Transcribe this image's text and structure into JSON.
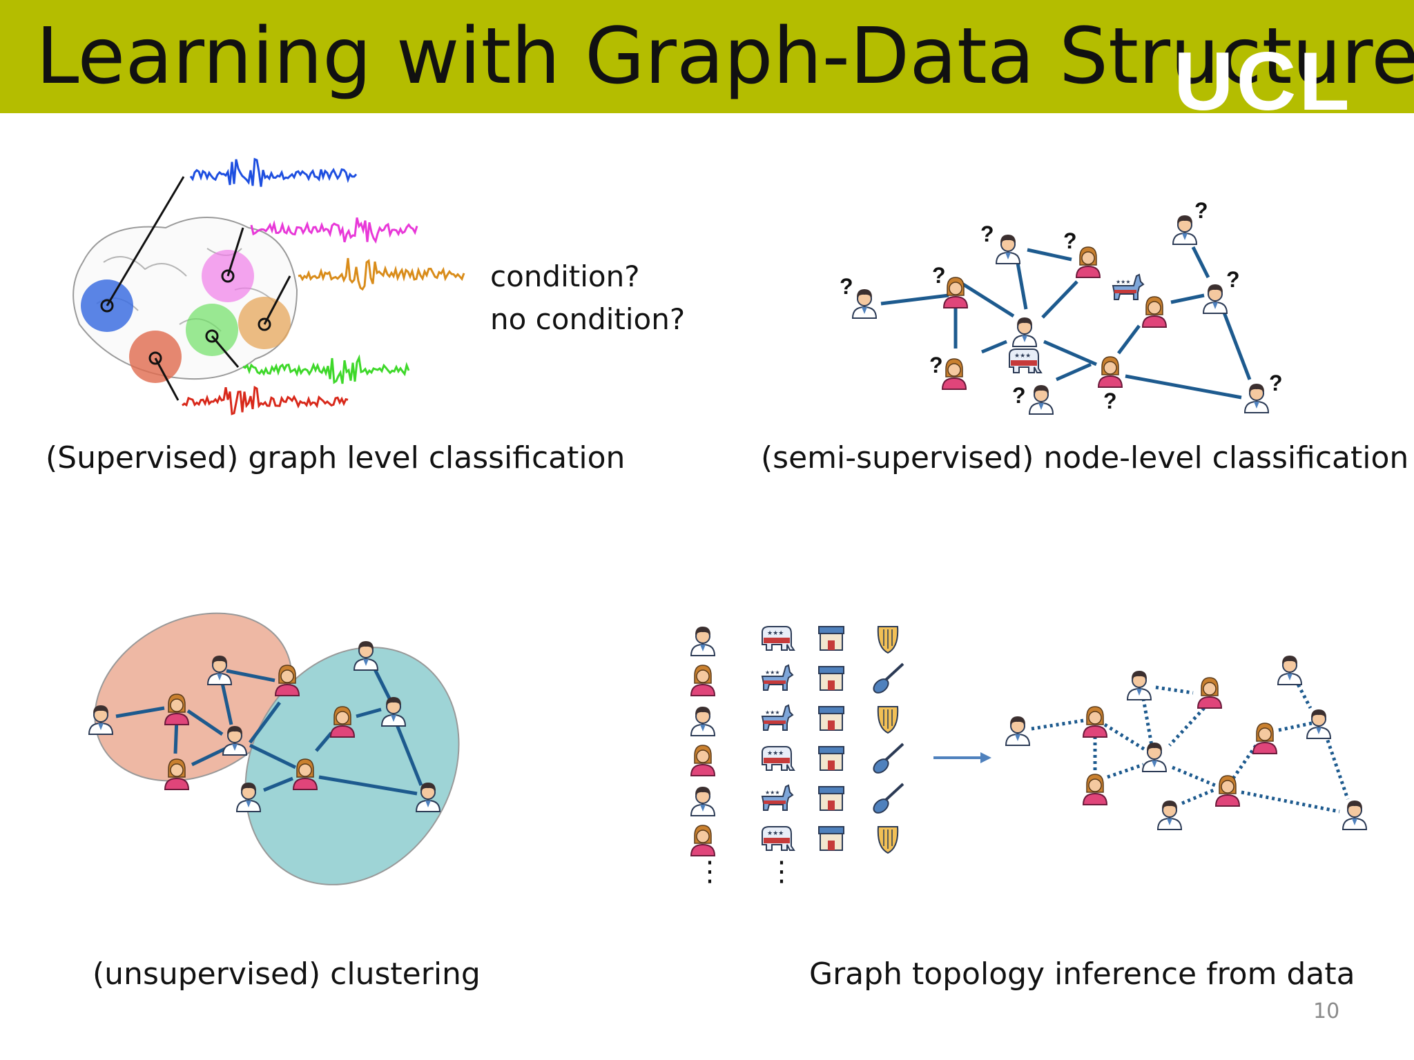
{
  "slide": {
    "title": "Learning with Graph-Data Structure",
    "logo": "UCL",
    "page_number": "10",
    "header_color": "#b4bd00"
  },
  "panels": {
    "graph_classification": {
      "caption": "(Supervised) graph level classification",
      "question_1": "condition?",
      "question_2": "no condition?"
    },
    "node_classification": {
      "caption": "(semi-supervised) node-level classification",
      "unknown_marker": "?"
    },
    "clustering": {
      "caption": "(unsupervised) clustering"
    },
    "topology_inference": {
      "caption": "Graph topology inference from data",
      "ellipsis": "⋮"
    }
  },
  "colors": {
    "edge": "#1d5a8e",
    "cluster_a": "#eeb8a4",
    "cluster_b": "#9ed4d6",
    "person_skin": "#f5c9a0",
    "female_top": "#e0457a",
    "male_top": "#ffffff",
    "arrow": "#4f81bd"
  }
}
